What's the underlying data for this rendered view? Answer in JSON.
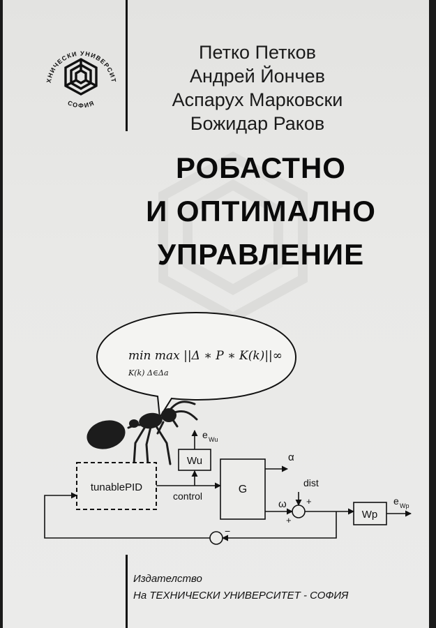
{
  "logo": {
    "icon": "hexagon-university-logo",
    "ring_top": "ТЕХНИЧЕСКИ УНИВЕРСИТЕТ",
    "ring_bottom": "СОФИЯ"
  },
  "authors": [
    "Петко Петков",
    "Андрей Йончев",
    "Аспарух Марковски",
    "Божидар Раков"
  ],
  "title_lines": [
    "РОБАСТНО",
    "И ОПТИМАЛНО",
    "УПРАВЛЕНИЕ"
  ],
  "speech_bubble": {
    "formula_main": "min max ||Δ ∗ P ∗ K(k)||∞",
    "formula_sub": "K(k)  Δ∈Δa"
  },
  "diagram": {
    "icon": "ant-illustration",
    "blocks": {
      "tunable_pid": "tunablePID",
      "wu": "Wu",
      "g": "G",
      "wp": "Wp"
    },
    "signals": {
      "control": "control",
      "alpha": "α",
      "omega": "ω",
      "dist": "dist",
      "e_wu": "e",
      "e_wu_sub": "Wu",
      "e_wp": "e",
      "e_wp_sub": "Wp",
      "plus": "+",
      "minus": "−"
    }
  },
  "publisher": {
    "line1": "Издателство",
    "line2": "На ТЕХНИЧЕСКИ УНИВЕРСИТЕТ - СОФИЯ"
  }
}
